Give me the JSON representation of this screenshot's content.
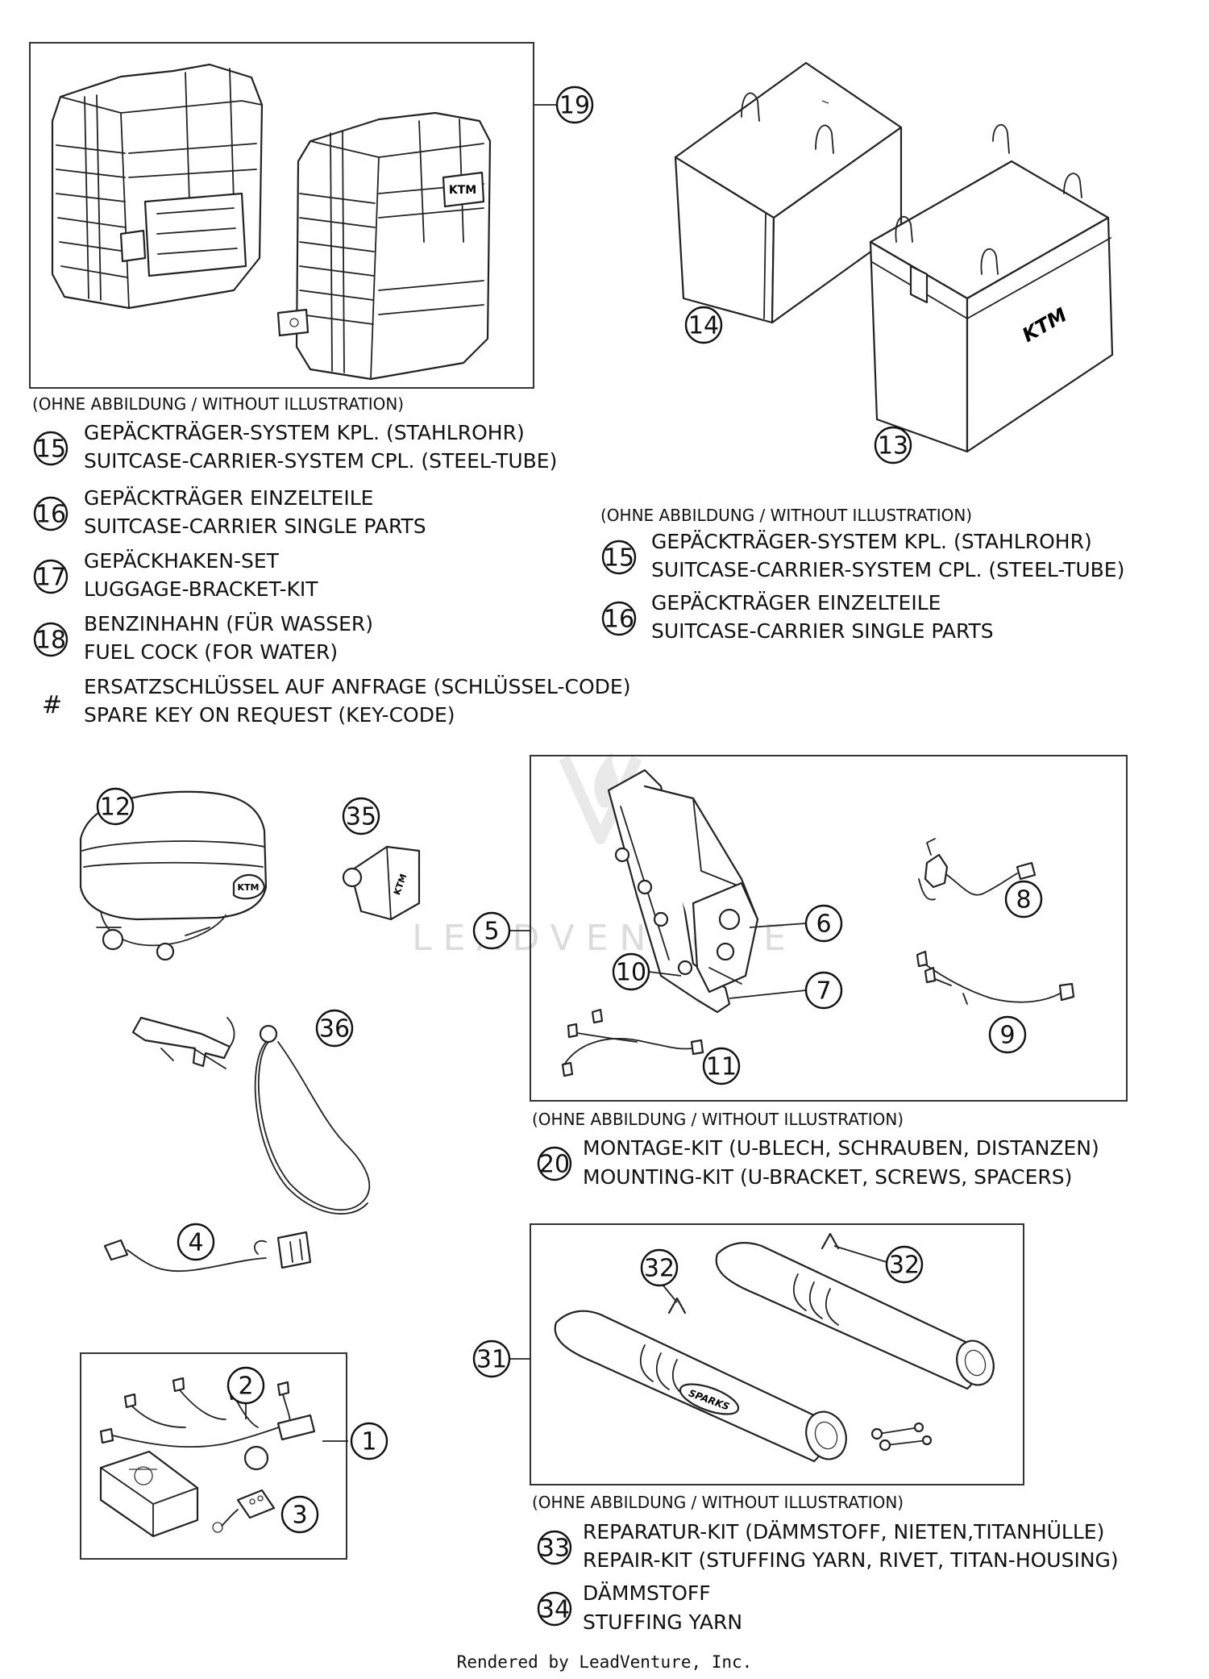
{
  "callouts": {
    "c1": "1",
    "c2": "2",
    "c3": "3",
    "c4": "4",
    "c5": "5",
    "c6": "6",
    "c7": "7",
    "c8": "8",
    "c9": "9",
    "c10": "10",
    "c11": "11",
    "c12": "12",
    "c13": "13",
    "c14": "14",
    "c19": "19",
    "c31": "31",
    "c32a": "32",
    "c32b": "32",
    "c35": "35",
    "c36": "36"
  },
  "notes": {
    "left": {
      "caption": "(OHNE ABBILDUNG / WITHOUT ILLUSTRATION)",
      "items": [
        {
          "num": "15",
          "de": "GEPÄCKTRÄGER-SYSTEM KPL. (STAHLROHR)",
          "en": "SUITCASE-CARRIER-SYSTEM CPL. (STEEL-TUBE)"
        },
        {
          "num": "16",
          "de": "GEPÄCKTRÄGER EINZELTEILE",
          "en": "SUITCASE-CARRIER SINGLE PARTS"
        },
        {
          "num": "17",
          "de": "GEPÄCKHAKEN-SET",
          "en": "LUGGAGE-BRACKET-KIT"
        },
        {
          "num": "18",
          "de": "BENZINHAHN (FÜR WASSER)",
          "en": "FUEL COCK (FOR WATER)"
        },
        {
          "num": "#",
          "de": "ERSATZSCHLÜSSEL AUF ANFRAGE (SCHLÜSSEL-CODE)",
          "en": "SPARE KEY ON REQUEST (KEY-CODE)"
        }
      ]
    },
    "right": {
      "caption": "(OHNE ABBILDUNG / WITHOUT ILLUSTRATION)",
      "items": [
        {
          "num": "15",
          "de": "GEPÄCKTRÄGER-SYSTEM KPL. (STAHLROHR)",
          "en": "SUITCASE-CARRIER-SYSTEM CPL. (STEEL-TUBE)"
        },
        {
          "num": "16",
          "de": "GEPÄCKTRÄGER EINZELTEILE",
          "en": "SUITCASE-CARRIER SINGLE PARTS"
        }
      ]
    },
    "mounting": {
      "caption": "(OHNE ABBILDUNG / WITHOUT ILLUSTRATION)",
      "items": [
        {
          "num": "20",
          "de": "MONTAGE-KIT (U-BLECH, SCHRAUBEN, DISTANZEN)",
          "en": "MOUNTING-KIT (U-BRACKET, SCREWS, SPACERS)"
        }
      ]
    },
    "exhaust": {
      "caption": "(OHNE ABBILDUNG / WITHOUT ILLUSTRATION)",
      "items": [
        {
          "num": "33",
          "de": "REPARATUR-KIT (DÄMMSTOFF, NIETEN,TITANHÜLLE)",
          "en": "REPAIR-KIT (STUFFING YARN, RIVET, TITAN-HOUSING)"
        },
        {
          "num": "34",
          "de": "DÄMMSTOFF",
          "en": "STUFFING YARN"
        }
      ]
    }
  },
  "logos": {
    "case": "KTM",
    "bag": "KTM",
    "pouch": "KTM",
    "muffler": "SPARKS"
  },
  "watermark": "LEADVENTURE",
  "footer": "Rendered by LeadVenture, Inc."
}
